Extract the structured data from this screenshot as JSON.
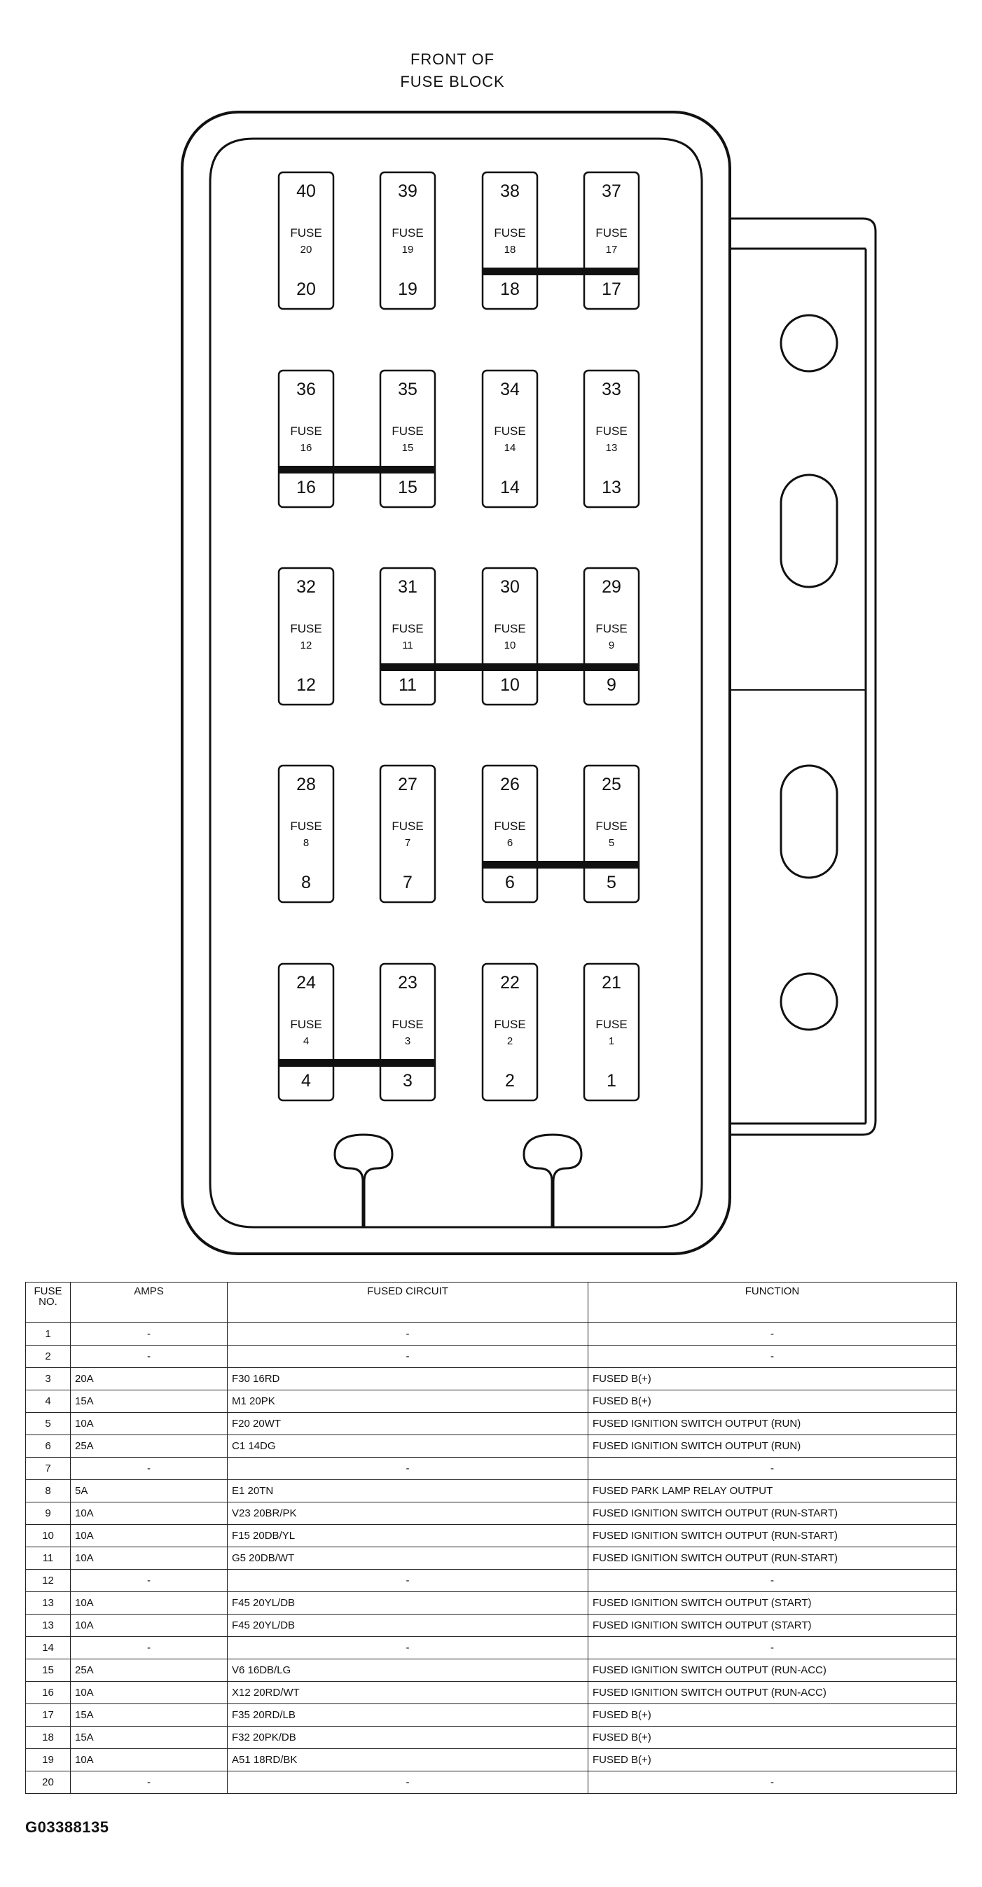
{
  "diagram": {
    "title_line1": "FRONT OF",
    "title_line2": "FUSE BLOCK",
    "fuses": [
      {
        "top": "40",
        "word": "FUSE",
        "sub": "20",
        "bottom": "20",
        "bar": false
      },
      {
        "top": "39",
        "word": "FUSE",
        "sub": "19",
        "bottom": "19",
        "bar": false
      },
      {
        "top": "38",
        "word": "FUSE",
        "sub": "18",
        "bottom": "18",
        "bar": true
      },
      {
        "top": "37",
        "word": "FUSE",
        "sub": "17",
        "bottom": "17",
        "bar": true
      },
      {
        "top": "36",
        "word": "FUSE",
        "sub": "16",
        "bottom": "16",
        "bar": true
      },
      {
        "top": "35",
        "word": "FUSE",
        "sub": "15",
        "bottom": "15",
        "bar": true
      },
      {
        "top": "34",
        "word": "FUSE",
        "sub": "14",
        "bottom": "14",
        "bar": false
      },
      {
        "top": "33",
        "word": "FUSE",
        "sub": "13",
        "bottom": "13",
        "bar": false
      },
      {
        "top": "32",
        "word": "FUSE",
        "sub": "12",
        "bottom": "12",
        "bar": false
      },
      {
        "top": "31",
        "word": "FUSE",
        "sub": "11",
        "bottom": "11",
        "bar": true
      },
      {
        "top": "30",
        "word": "FUSE",
        "sub": "10",
        "bottom": "10",
        "bar": true
      },
      {
        "top": "29",
        "word": "FUSE",
        "sub": "9",
        "bottom": "9",
        "bar": true
      },
      {
        "top": "28",
        "word": "FUSE",
        "sub": "8",
        "bottom": "8",
        "bar": false
      },
      {
        "top": "27",
        "word": "FUSE",
        "sub": "7",
        "bottom": "7",
        "bar": false
      },
      {
        "top": "26",
        "word": "FUSE",
        "sub": "6",
        "bottom": "6",
        "bar": true
      },
      {
        "top": "25",
        "word": "FUSE",
        "sub": "5",
        "bottom": "5",
        "bar": true
      },
      {
        "top": "24",
        "word": "FUSE",
        "sub": "4",
        "bottom": "4",
        "bar": true
      },
      {
        "top": "23",
        "word": "FUSE",
        "sub": "3",
        "bottom": "3",
        "bar": true
      },
      {
        "top": "22",
        "word": "FUSE",
        "sub": "2",
        "bottom": "2",
        "bar": false
      },
      {
        "top": "21",
        "word": "FUSE",
        "sub": "1",
        "bottom": "1",
        "bar": false
      }
    ]
  },
  "table": {
    "header_fuse_no_line1": "FUSE",
    "header_fuse_no_line2": "NO.",
    "header_amps": "AMPS",
    "header_circuit": "FUSED CIRCUIT",
    "header_function": "FUNCTION",
    "rows": [
      {
        "no": "1",
        "amps": "-",
        "circuit": "-",
        "function": "-"
      },
      {
        "no": "2",
        "amps": "-",
        "circuit": "-",
        "function": "-"
      },
      {
        "no": "3",
        "amps": "20A",
        "circuit": "F30 16RD",
        "function": "FUSED B(+)"
      },
      {
        "no": "4",
        "amps": "15A",
        "circuit": "M1 20PK",
        "function": "FUSED B(+)"
      },
      {
        "no": "5",
        "amps": "10A",
        "circuit": "F20 20WT",
        "function": "FUSED IGNITION SWITCH OUTPUT (RUN)"
      },
      {
        "no": "6",
        "amps": "25A",
        "circuit": "C1 14DG",
        "function": "FUSED IGNITION SWITCH OUTPUT (RUN)"
      },
      {
        "no": "7",
        "amps": "-",
        "circuit": "-",
        "function": "-"
      },
      {
        "no": "8",
        "amps": "5A",
        "circuit": "E1 20TN",
        "function": "FUSED PARK LAMP RELAY OUTPUT"
      },
      {
        "no": "9",
        "amps": "10A",
        "circuit": "V23 20BR/PK",
        "function": "FUSED IGNITION SWITCH OUTPUT (RUN-START)"
      },
      {
        "no": "10",
        "amps": "10A",
        "circuit": "F15 20DB/YL",
        "function": "FUSED IGNITION SWITCH OUTPUT (RUN-START)"
      },
      {
        "no": "11",
        "amps": "10A",
        "circuit": "G5 20DB/WT",
        "function": "FUSED IGNITION SWITCH OUTPUT (RUN-START)"
      },
      {
        "no": "12",
        "amps": "-",
        "circuit": "-",
        "function": "-"
      },
      {
        "no": "13",
        "amps": "10A",
        "circuit": "F45 20YL/DB",
        "function": "FUSED IGNITION SWITCH OUTPUT (START)"
      },
      {
        "no": "13",
        "amps": "10A",
        "circuit": "F45 20YL/DB",
        "function": "FUSED IGNITION SWITCH OUTPUT (START)"
      },
      {
        "no": "14",
        "amps": "-",
        "circuit": "-",
        "function": "-"
      },
      {
        "no": "15",
        "amps": "25A",
        "circuit": "V6 16DB/LG",
        "function": "FUSED IGNITION SWITCH OUTPUT (RUN-ACC)"
      },
      {
        "no": "16",
        "amps": "10A",
        "circuit": "X12 20RD/WT",
        "function": "FUSED IGNITION SWITCH OUTPUT (RUN-ACC)"
      },
      {
        "no": "17",
        "amps": "15A",
        "circuit": "F35 20RD/LB",
        "function": "FUSED B(+)"
      },
      {
        "no": "18",
        "amps": "15A",
        "circuit": "F32 20PK/DB",
        "function": "FUSED B(+)"
      },
      {
        "no": "19",
        "amps": "10A",
        "circuit": "A51 18RD/BK",
        "function": "FUSED B(+)"
      },
      {
        "no": "20",
        "amps": "-",
        "circuit": "-",
        "function": "-"
      }
    ]
  },
  "figure_id": "G03388135"
}
